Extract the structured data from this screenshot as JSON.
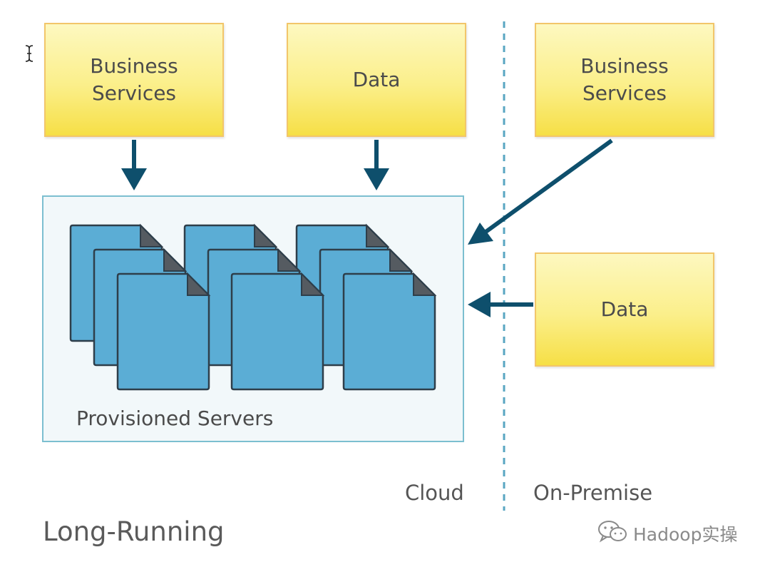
{
  "boxes": {
    "cloud_business_services": "Business\nServices",
    "cloud_data": "Data",
    "onprem_business_services": "Business\nServices",
    "onprem_data": "Data"
  },
  "server_group": {
    "label": "Provisioned Servers",
    "server_count": 9,
    "icon": "server-document-icon"
  },
  "zones": {
    "cloud_label": "Cloud",
    "onprem_label": "On-Premise"
  },
  "title": "Long-Running",
  "watermark": {
    "text": "Hadoop实操",
    "icon": "wechat-icon"
  },
  "cursor": {
    "icon": "text-cursor-icon"
  },
  "colors": {
    "box_fill": "#fbef8a",
    "box_border": "#f2c66a",
    "server_fill": "#5badd5",
    "server_fold": "#555b61",
    "server_border": "#2e3e4a",
    "arrow": "#0e4f6c",
    "panel_border": "#7cbfd0",
    "divider": "#59a6c2"
  }
}
